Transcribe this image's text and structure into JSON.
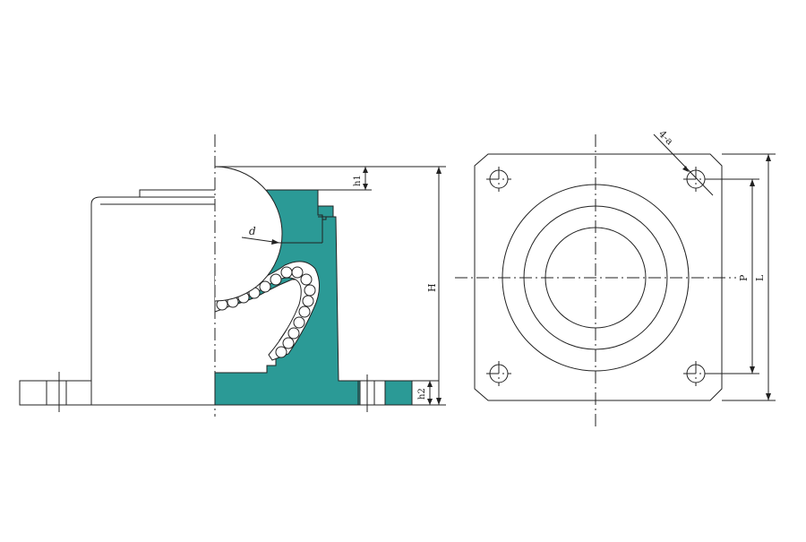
{
  "labels": {
    "d": "d",
    "h1": "h1",
    "H": "H",
    "h2": "h2",
    "holes": "4-a",
    "P": "P",
    "L": "L"
  },
  "colors": {
    "line": "#222222",
    "fill": "#2b9a96",
    "background": "#ffffff"
  }
}
